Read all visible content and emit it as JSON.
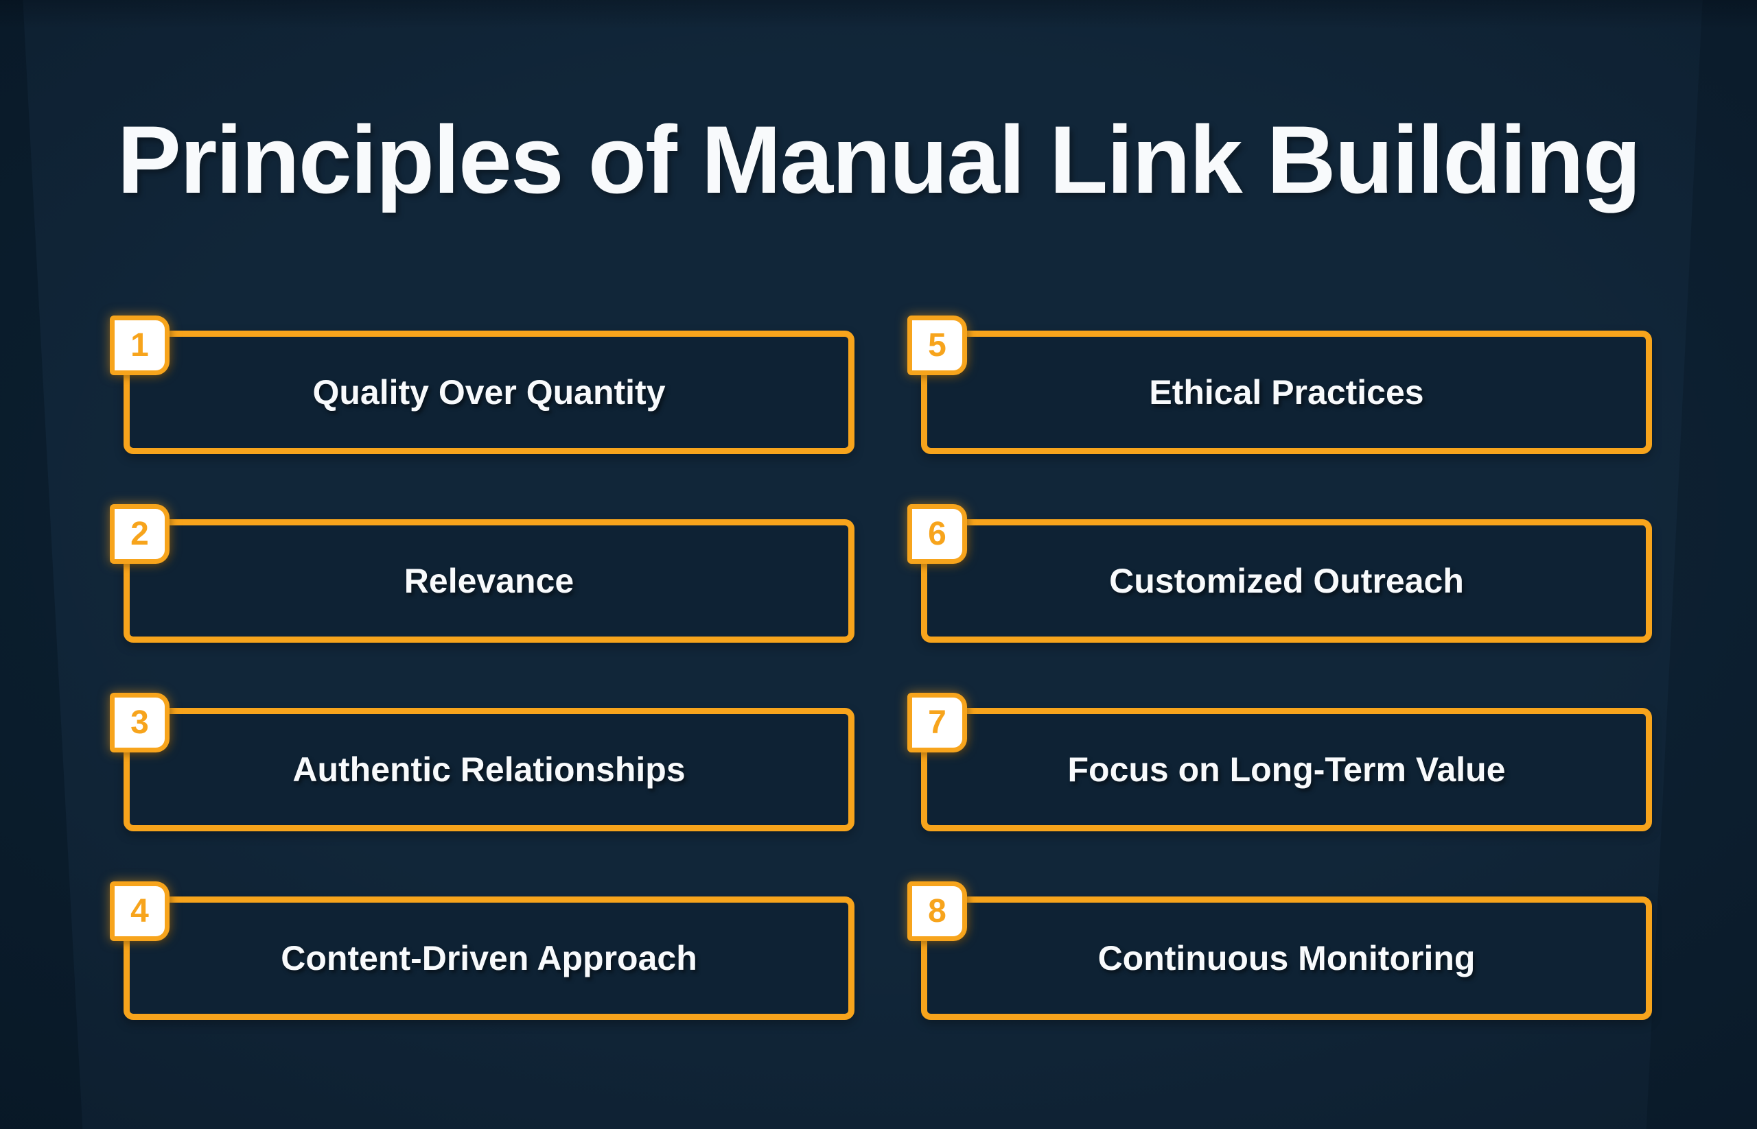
{
  "title": "Principles of Manual Link Building",
  "colors": {
    "accent": "#F7A41C",
    "background": "#112639",
    "box_fill": "#0E2234",
    "badge_fill": "#FFFFFF",
    "text_color": "#F8FAFC"
  },
  "principles": [
    {
      "number": "1",
      "label": "Quality Over Quantity"
    },
    {
      "number": "2",
      "label": "Relevance"
    },
    {
      "number": "3",
      "label": "Authentic Relationships"
    },
    {
      "number": "4",
      "label": "Content-Driven Approach"
    },
    {
      "number": "5",
      "label": "Ethical Practices"
    },
    {
      "number": "6",
      "label": "Customized Outreach"
    },
    {
      "number": "7",
      "label": "Focus on Long-Term Value"
    },
    {
      "number": "8",
      "label": "Continuous Monitoring"
    }
  ]
}
